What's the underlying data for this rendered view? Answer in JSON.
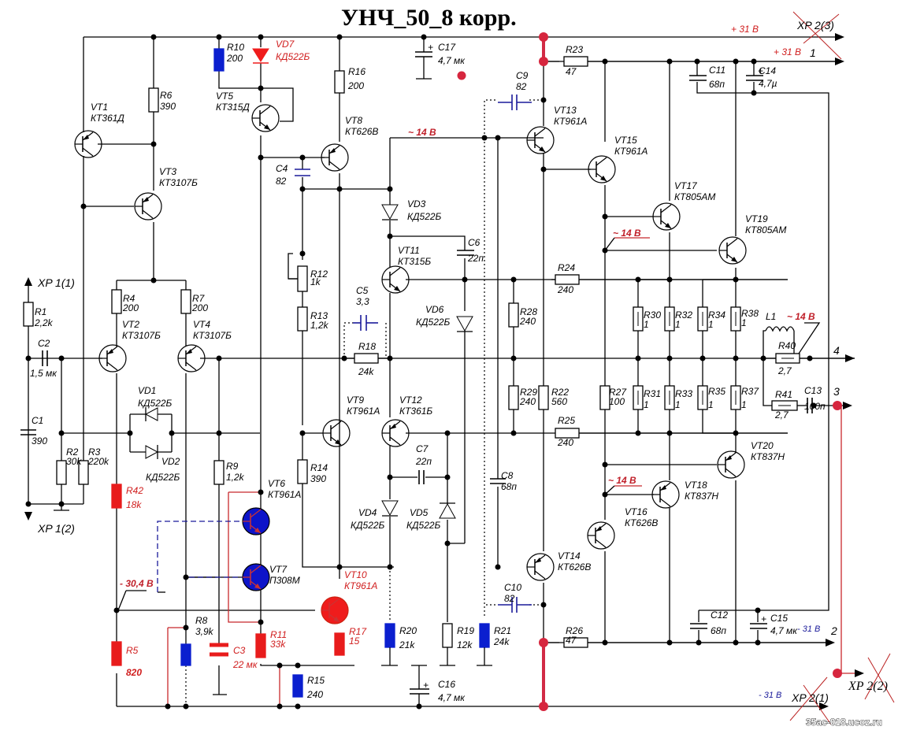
{
  "title": "УНЧ_50_8 корр.",
  "watermark": "35ac-018.ucoz.ru",
  "voltages": {
    "plus31_top": "+ 31 В",
    "plus31_rail": "+ 31 В",
    "minus31_rail": "- 31 В",
    "minus31_bottom": "- 31 В",
    "tilde14_vt8": "~ 14 В",
    "tilde14_vt17": "~ 14 В",
    "tilde14_vt18": "~ 14 В",
    "tilde14_l1": "~ 14 В",
    "minus30_4": "- 30,4 В"
  },
  "connectors": {
    "xp1_1": "XP 1(1)",
    "xp1_2": "XP 1(2)",
    "xp2_3": "XP 2(3)",
    "xp2_1": "XP 2(1)",
    "xp2_2": "XP 2(2)",
    "out1": "1",
    "out2": "2",
    "out3": "3",
    "out4": "4"
  },
  "transistors": [
    {
      "ref": "VT1",
      "type": "КТ361Д"
    },
    {
      "ref": "VT2",
      "type": "КТ3107Б"
    },
    {
      "ref": "VT3",
      "type": "КТ3107Б"
    },
    {
      "ref": "VT4",
      "type": "КТ3107Б"
    },
    {
      "ref": "VT5",
      "type": "КТ315Д"
    },
    {
      "ref": "VT6",
      "type": "КТ961А"
    },
    {
      "ref": "VT7",
      "type": "П308М"
    },
    {
      "ref": "VT8",
      "type": "КТ626В"
    },
    {
      "ref": "VT9",
      "type": "КТ961А"
    },
    {
      "ref": "VT10",
      "type": "КТ961А"
    },
    {
      "ref": "VT11",
      "type": "КТ315Б"
    },
    {
      "ref": "VT12",
      "type": "КТ361Б"
    },
    {
      "ref": "VT13",
      "type": "КТ961А"
    },
    {
      "ref": "VT14",
      "type": "КТ626В"
    },
    {
      "ref": "VT15",
      "type": "КТ961А"
    },
    {
      "ref": "VT16",
      "type": "КТ626В"
    },
    {
      "ref": "VT17",
      "type": "КТ805АМ"
    },
    {
      "ref": "VT18",
      "type": "КТ837Н"
    },
    {
      "ref": "VT19",
      "type": "КТ805АМ"
    },
    {
      "ref": "VT20",
      "type": "КТ837Н"
    }
  ],
  "diodes": [
    {
      "ref": "VD1",
      "type": "КД522Б"
    },
    {
      "ref": "VD2",
      "type": "КД522Б"
    },
    {
      "ref": "VD3",
      "type": "КД522Б"
    },
    {
      "ref": "VD4",
      "type": "КД522Б"
    },
    {
      "ref": "VD5",
      "type": "КД522Б"
    },
    {
      "ref": "VD6",
      "type": "КД522Б"
    },
    {
      "ref": "VD7",
      "type": "КД522Б"
    }
  ],
  "resistors": [
    {
      "ref": "R1",
      "value": "2,2k"
    },
    {
      "ref": "R2",
      "value": "30k"
    },
    {
      "ref": "R3",
      "value": "220k"
    },
    {
      "ref": "R4",
      "value": "200"
    },
    {
      "ref": "R5",
      "value": "820"
    },
    {
      "ref": "R6",
      "value": "390"
    },
    {
      "ref": "R7",
      "value": "200"
    },
    {
      "ref": "R8",
      "value": "3,9k"
    },
    {
      "ref": "R9",
      "value": "1,2k"
    },
    {
      "ref": "R10",
      "value": "200"
    },
    {
      "ref": "R11",
      "value": "33k"
    },
    {
      "ref": "R12",
      "value": "1k"
    },
    {
      "ref": "R13",
      "value": "1,2k"
    },
    {
      "ref": "R14",
      "value": "390"
    },
    {
      "ref": "R15",
      "value": "240"
    },
    {
      "ref": "R16",
      "value": "200"
    },
    {
      "ref": "R17",
      "value": "15"
    },
    {
      "ref": "R18",
      "value": "24k"
    },
    {
      "ref": "R19",
      "value": "12k"
    },
    {
      "ref": "R20",
      "value": "21k"
    },
    {
      "ref": "R21",
      "value": "24k"
    },
    {
      "ref": "R22",
      "value": "560"
    },
    {
      "ref": "R23",
      "value": "47"
    },
    {
      "ref": "R24",
      "value": "240"
    },
    {
      "ref": "R25",
      "value": "240"
    },
    {
      "ref": "R26",
      "value": "47"
    },
    {
      "ref": "R27",
      "value": "100"
    },
    {
      "ref": "R28",
      "value": "240"
    },
    {
      "ref": "R29",
      "value": "240"
    },
    {
      "ref": "R30",
      "value": "1"
    },
    {
      "ref": "R31",
      "value": "1"
    },
    {
      "ref": "R32",
      "value": "1"
    },
    {
      "ref": "R33",
      "value": "1"
    },
    {
      "ref": "R34",
      "value": "1"
    },
    {
      "ref": "R35",
      "value": "1"
    },
    {
      "ref": "R37",
      "value": "1"
    },
    {
      "ref": "R38",
      "value": "1"
    },
    {
      "ref": "R40",
      "value": "2,7"
    },
    {
      "ref": "R41",
      "value": "2,7"
    },
    {
      "ref": "R42",
      "value": "18k"
    }
  ],
  "capacitors": [
    {
      "ref": "C1",
      "value": "390"
    },
    {
      "ref": "C2",
      "value": "1,5 мк"
    },
    {
      "ref": "C3",
      "value": "22 мк"
    },
    {
      "ref": "C4",
      "value": "82"
    },
    {
      "ref": "C5",
      "value": "3,3"
    },
    {
      "ref": "C6",
      "value": "22п"
    },
    {
      "ref": "C7",
      "value": "22п"
    },
    {
      "ref": "C8",
      "value": "68п"
    },
    {
      "ref": "C9",
      "value": "82"
    },
    {
      "ref": "C10",
      "value": "82"
    },
    {
      "ref": "C11",
      "value": "68п"
    },
    {
      "ref": "C12",
      "value": "68п"
    },
    {
      "ref": "C13",
      "value": "100п"
    },
    {
      "ref": "C14",
      "value": "4,7µ"
    },
    {
      "ref": "C15",
      "value": "4,7 мк"
    },
    {
      "ref": "C16",
      "value": "4,7 мк"
    },
    {
      "ref": "C17",
      "value": "4,7 мк"
    }
  ],
  "inductors": [
    {
      "ref": "L1"
    }
  ],
  "plus_sign": "+"
}
